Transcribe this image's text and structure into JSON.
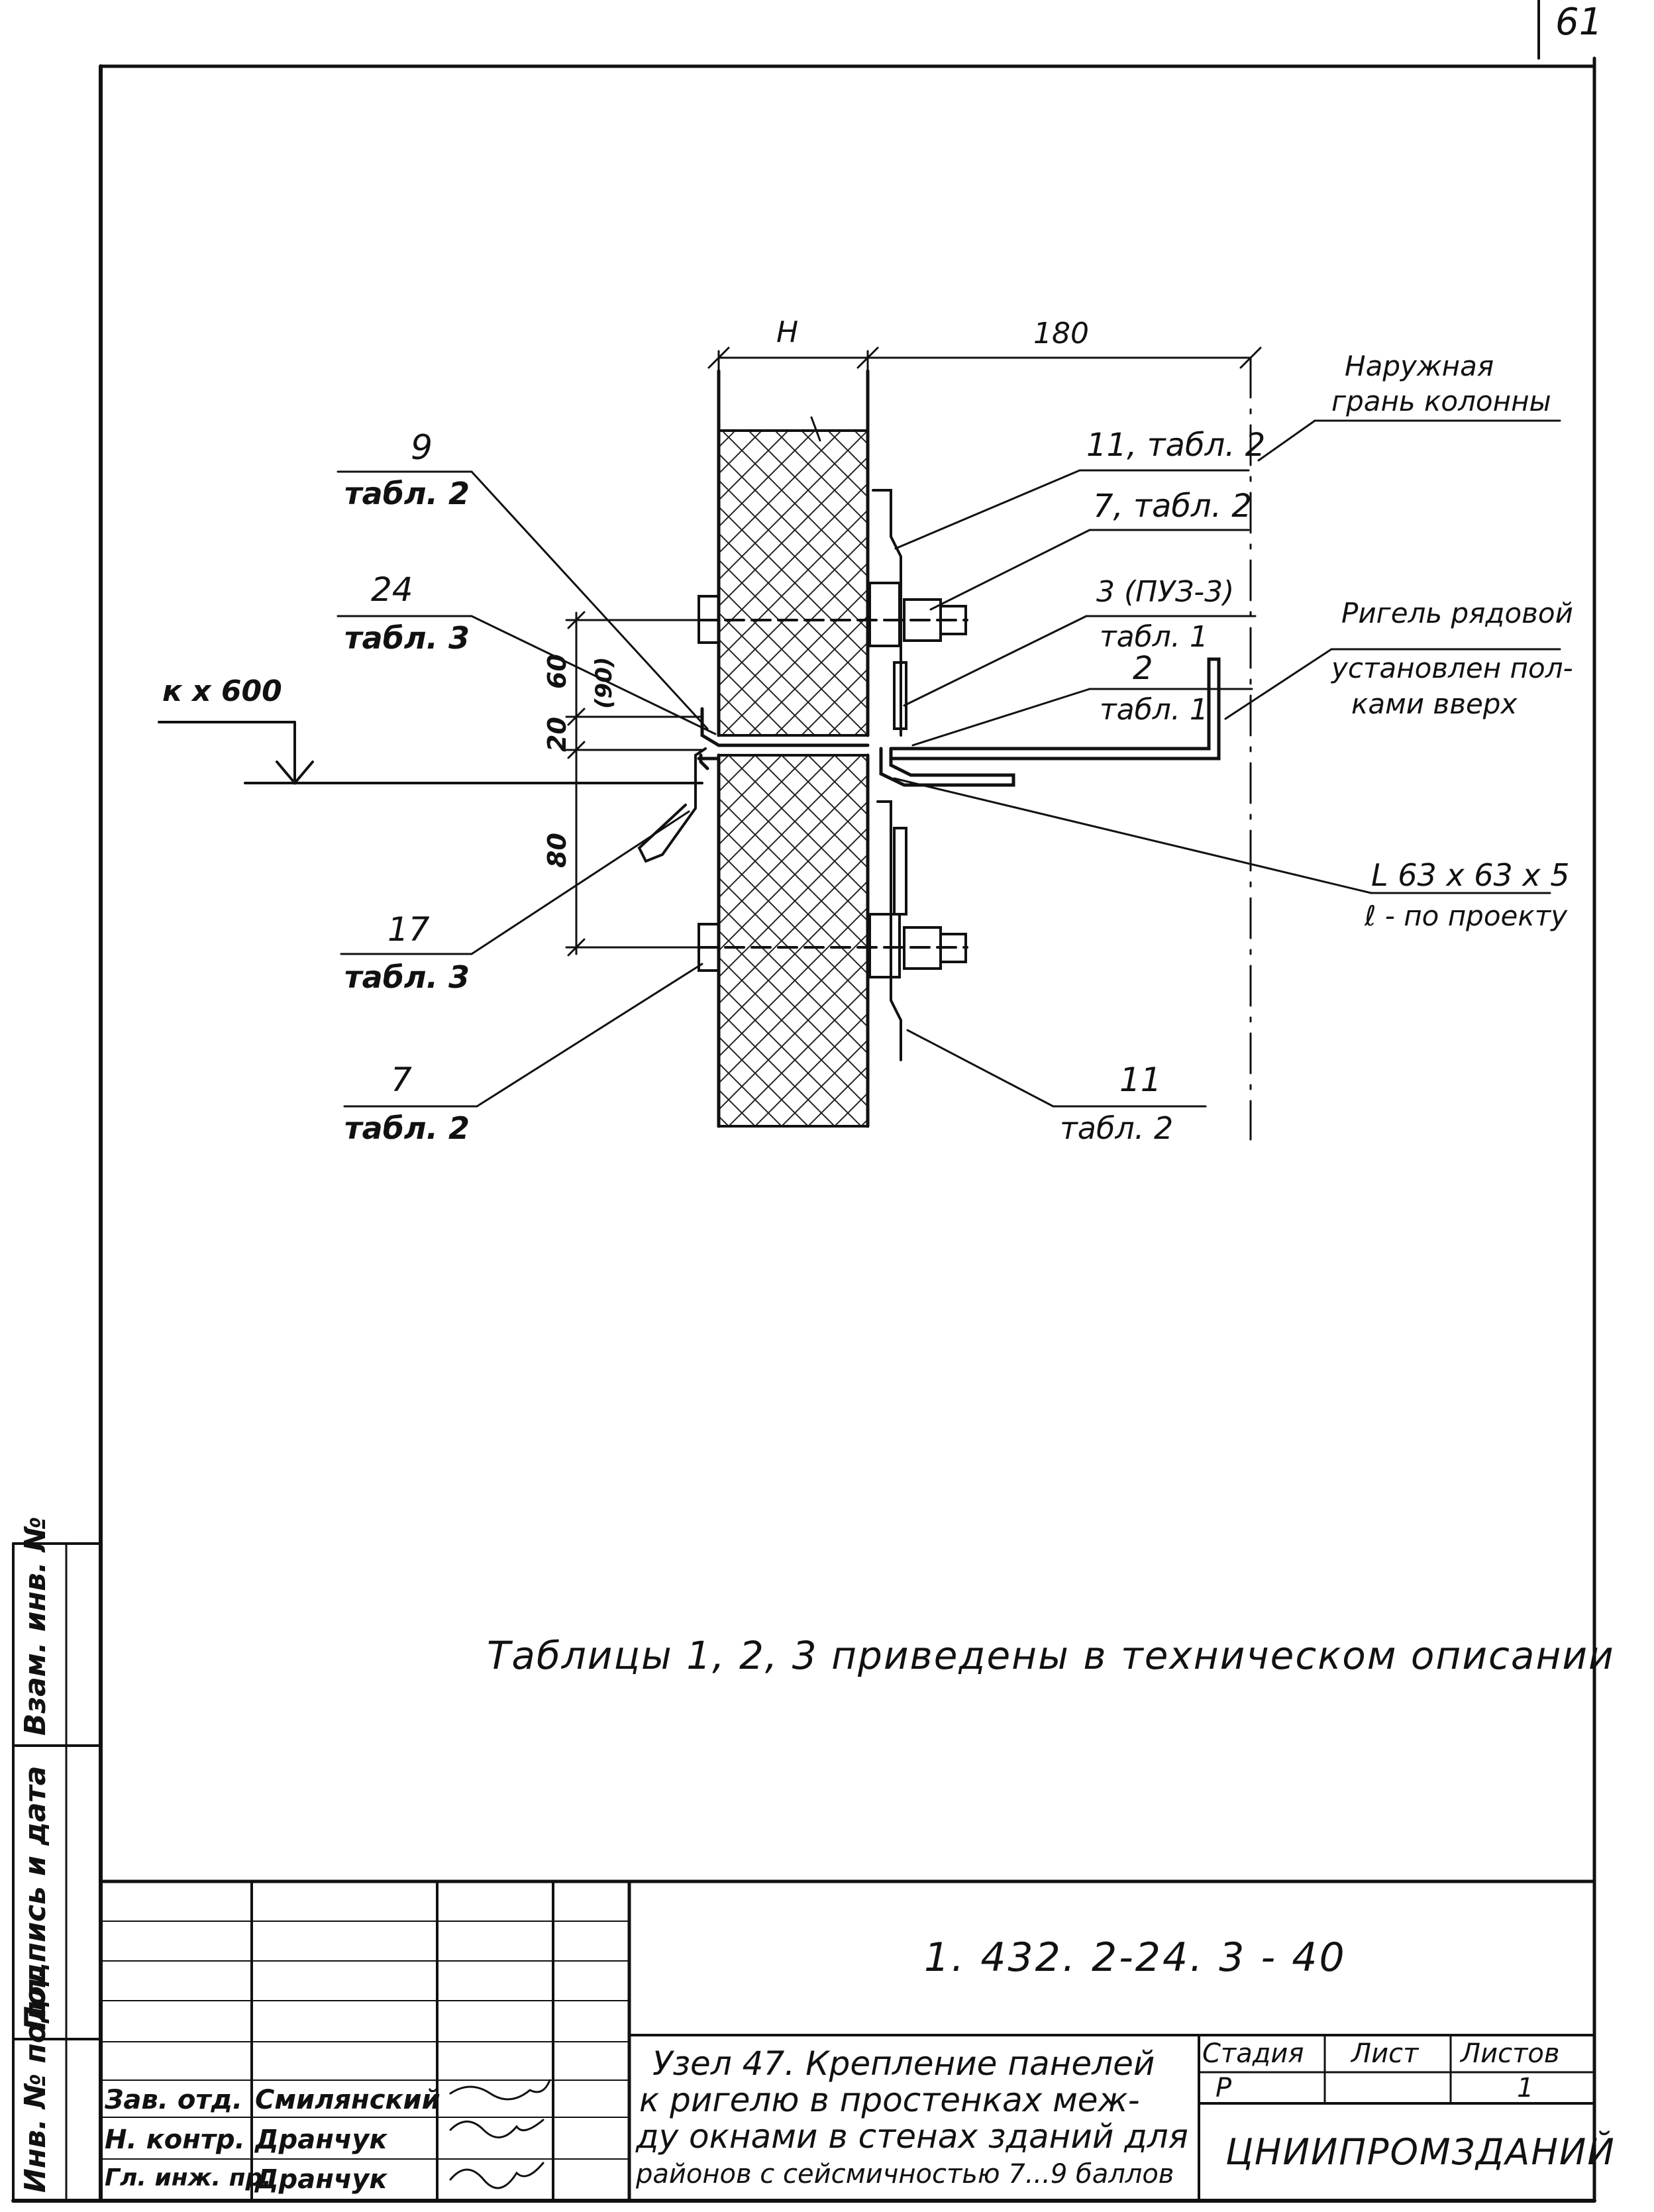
{
  "page_number": "61",
  "drawing": {
    "dim_h": "H",
    "dim_180": "180",
    "dim_60": "60",
    "dim_90": "(90)",
    "dim_20": "20",
    "dim_80": "80",
    "level_mark": "к х 600",
    "callouts": {
      "c9_num": "9",
      "c9_tab": "табл. 2",
      "c24_num": "24",
      "c24_tab": "табл. 3",
      "c17_num": "17",
      "c17_tab": "табл. 3",
      "c7b_num": "7",
      "c7b_tab": "табл. 2",
      "c11t": "11, табл. 2",
      "c7t": "7, табл. 2",
      "c3_num": "3 (ПУЗ-3)",
      "c3_tab": "табл. 1",
      "c2_num": "2",
      "c2_tab": "табл. 1",
      "c11b_num": "11",
      "c11b_tab": "табл. 2",
      "outer_face_1": "Наружная",
      "outer_face_2": "грань колонны",
      "rigel_1": "Ригель рядовой",
      "rigel_2": "установлен пол-",
      "rigel_3": "ками вверх",
      "angle_1": "L 63 х 63 х 5",
      "angle_2": "ℓ - по проекту"
    },
    "note": "Таблицы 1, 2, 3 приведены в техническом описании"
  },
  "side_stamp": {
    "inv_orig": "Инв. № подл.",
    "sign_date": "Подпись и дата",
    "vzam_inv": "Взам. инв. №"
  },
  "title_block": {
    "doc_code": "1. 432. 2-24. 3 - 40",
    "title_line1": "Узел 47. Крепление панелей",
    "title_line2": "к ригелю в простенках меж-",
    "title_line3": "ду окнами в стенах зданий для",
    "title_line4": "районов с сейсмичностью 7...9 баллов",
    "stage_label": "Стадия",
    "sheet_label": "Лист",
    "sheets_label": "Листов",
    "stage_value": "Р",
    "sheet_value": "",
    "sheets_value": "1",
    "org": "ЦНИИПРОМЗДАНИЙ",
    "roles": [
      {
        "role": "Зав. отд.",
        "name": "Смилянский"
      },
      {
        "role": "Н. контр.",
        "name": "Дранчук"
      },
      {
        "role": "Гл. инж. пр.",
        "name": "Дранчук"
      }
    ]
  }
}
